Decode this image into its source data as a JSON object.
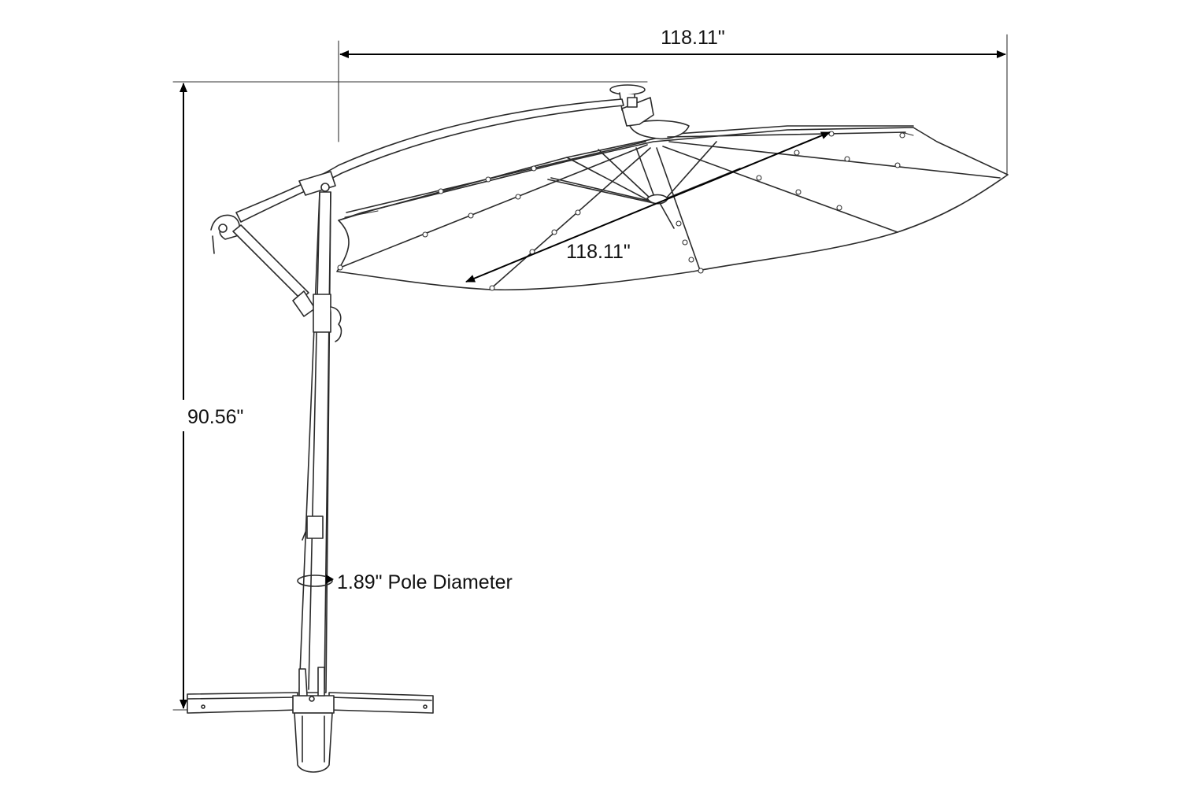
{
  "dimensions": {
    "canopy_width": "118.11\"",
    "canopy_diagonal": "118.11\"",
    "overall_height": "90.56\"",
    "pole_diameter": "1.89\" Pole Diameter"
  },
  "colors": {
    "line": "#2b2b2b",
    "dimension_line": "#000000",
    "background": "#ffffff"
  },
  "icons": {
    "rotation_arrow": "rotation-arrow-icon"
  }
}
